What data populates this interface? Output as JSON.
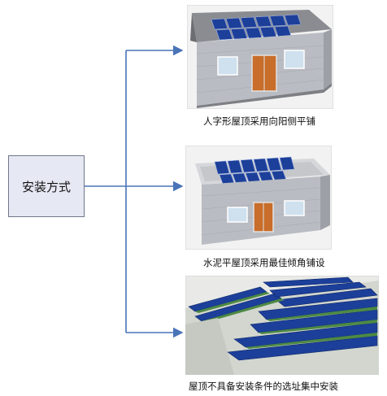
{
  "root": {
    "label": "安装方式"
  },
  "branches": [
    {
      "caption": "人字形屋顶采用向阳侧平铺"
    },
    {
      "caption": "水泥平屋顶采用最佳倾角铺设"
    },
    {
      "caption": "屋顶不具备安装条件的选址集中安装"
    }
  ],
  "colors": {
    "arrow": "#4a74b8",
    "box_fill": "#e6e9f4",
    "box_border": "#6f7788",
    "panel": "#1c3f9a",
    "wall": "#b9bcc2",
    "door": "#c86d2a"
  }
}
